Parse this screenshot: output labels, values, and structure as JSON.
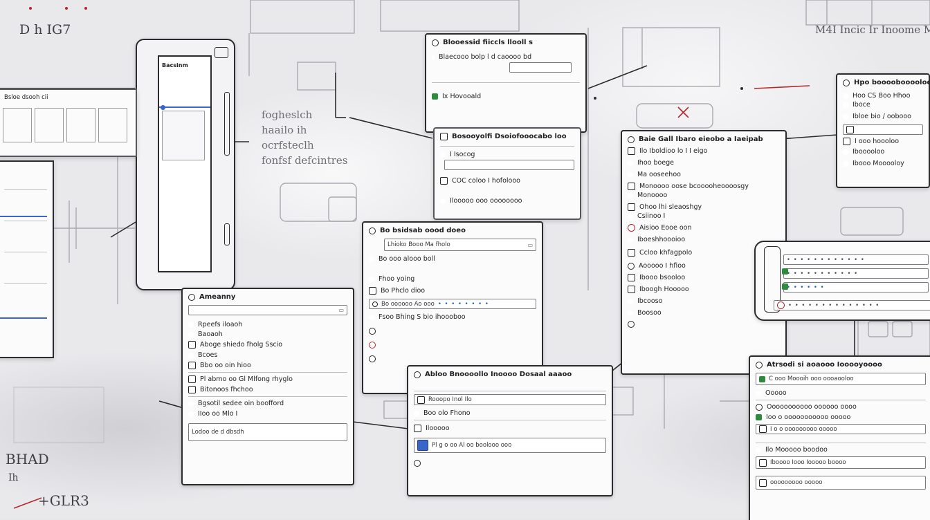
{
  "bg": {
    "top_left": "D  h     IG7",
    "center": [
      "fogheslch",
      "haailo  ih",
      "ocrfsteclh",
      "fonfsf defcintres"
    ],
    "top_right": "M4I  Incic  Ir  Inoome  M",
    "bottom_left_1": "BHAD",
    "bottom_left_2": "Ih",
    "bottom_left_3": "+GLR3"
  },
  "device": {
    "label": "Bacsinm"
  },
  "left_panel": {
    "header": "Bsloe  dsooh  cii"
  },
  "p_top_center": {
    "title": "Blooessid  fiiccls  llooll  s",
    "line1": "Blaecooo  bolp  l  d  caoooo  bd",
    "row1": "Ix  Hovooald"
  },
  "p_mid_center": {
    "title": "Bosooyolfi  Dsoiofooocabo  loo",
    "r1": "I  Isocog",
    "r2": "COC  coloo  I  hofolooo",
    "r3": "Ilooooo  ooo  oooooooo"
  },
  "p_left_small": {
    "title": "Ameanny",
    "items": [
      "Rpeefs  iloaoh",
      "Baoaoh",
      "Aboge  shiedo  fholg  Sscio",
      "Bcoes",
      "Bbo  oo  oin  hioo",
      "Pl  abmo  oo  Gl  Mlfong  rhyglo",
      "Bitonoos  fhchoo",
      "Bgsotil  sedee  oin  boofford",
      "IIoo  oo  Mlo  I",
      "Lodoo  de  d  dbsdh"
    ]
  },
  "p_center": {
    "title": "Bo  bsidsab  oood  doeo",
    "items": [
      "Lhioko  Booo  Ma  fholo",
      "Bo  ooo  alooo  boll",
      "Fhoo  yoing",
      "Bo  Phclo  dioo",
      "Bo  oooooo  Ao  ooo",
      "Fsoo  Bhing  S  bio  ihoooboo"
    ]
  },
  "p_bottom_center": {
    "title": "Abloo  Bnoooollo  Inoooo  Dosaal  aaaoo",
    "r1": "Rooopo  Inol  Ilo",
    "r2": "Boo  olo  Fhono",
    "r3": "Ilooooo",
    "r4": "Pl  g  o  oo  Al  oo  boolooo  ooo"
  },
  "p_right_tall": {
    "title": "Baie  Gall  Ibaro  eieobo  a  Iaeipab",
    "items": [
      "Ilo  Iboldioo  lo  I  I  eigo",
      "Ihoo  boege",
      "Ma  ooseehoo",
      "Monoooo  oose  bcooooheoooosgy",
      "Monoooo",
      "Ohoo  lhi  sleaoshgy",
      "Csiinoo  I",
      "Aisioo  Eooe  oon",
      "Iboeshhoooioo",
      "Ccloo  khfagpolo",
      "Aooooo  I  hfioo",
      "Ibooo  bsooloo",
      "Iboogh  Hooooo",
      "Ibcooso",
      "Boosoo"
    ]
  },
  "p_top_right": {
    "title": "Hpo  boooobooooloo",
    "items": [
      "Hoo  CS  Boo  Hhoo",
      "Iboce",
      "Ibloe  bio  /  oobooo",
      "I  ooo  hoooloo",
      "Ibooooloo",
      "Ibooo  Mooooloy"
    ]
  },
  "p_bottom_right": {
    "title": "Atrsodi  si  aoaooo  Iooooyoooo",
    "items": [
      "C  ooo  Moooih  ooo  oooaooloo",
      "Ooooo",
      "Ooooooooooo  oooooo  oooo",
      "Ioo  o  ooooooooooo  ooooo",
      "I  o  o  ooooooooo  ooooo",
      "Ilo  Mooooo  boodoo",
      "Iboooo  Iooo  Iooooo  boooo",
      "ooooooooo  ooooo"
    ]
  },
  "colors": {
    "accent_blue": "#3a66c9",
    "accent_green": "#2f8a3e",
    "accent_red": "#b3262a"
  }
}
